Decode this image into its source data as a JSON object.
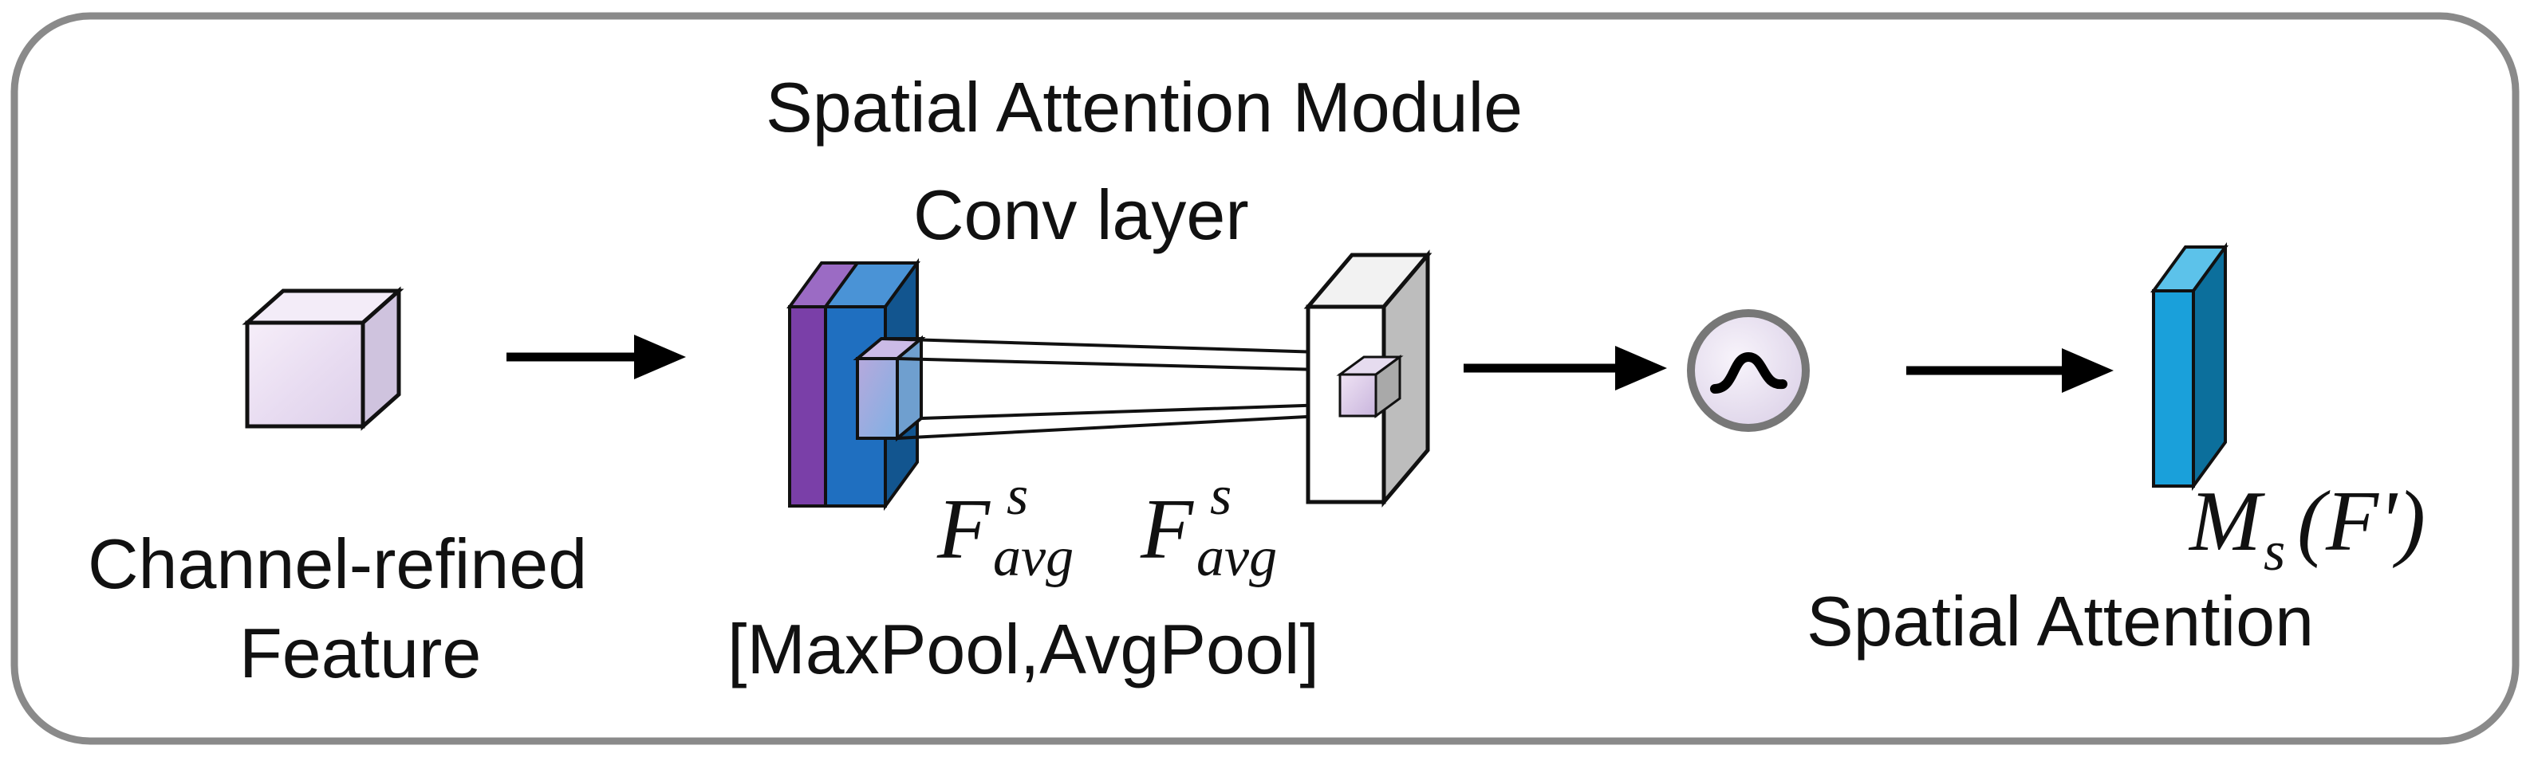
{
  "module_title": "Spatial Attention Module",
  "conv_label": "Conv layer",
  "input_label": {
    "line1": "Channel-refined",
    "line2": "Feature"
  },
  "pool_label": "[MaxPool,AvgPool]",
  "f_avg_first": {
    "base": "F",
    "sup": "s",
    "sub": "avg"
  },
  "f_avg_second": {
    "base": "F",
    "sup": "s",
    "sub": "avg"
  },
  "output_math": {
    "base": "M",
    "sub": "s",
    "arg": "(F')"
  },
  "output_label": "Spatial Attention",
  "colors": {
    "border": "#8a8a8a",
    "cube_face": "#efe3f4",
    "purple_map": "#7a3fa8",
    "blue_map": "#1f6fc0",
    "conv_cube": "#9ec0ea",
    "cyan_map": "#1aa0da",
    "sigmoid_fill": "#ece5f2"
  },
  "icons": [
    "arrow-right-icon",
    "sigmoid-icon",
    "feature-cube-icon"
  ]
}
